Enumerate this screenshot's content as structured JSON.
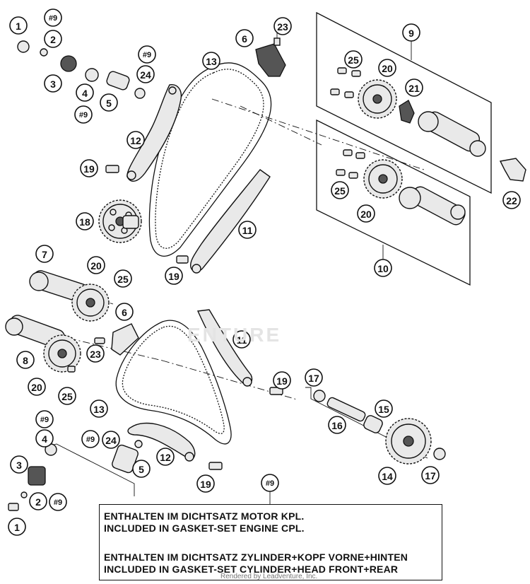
{
  "callouts": [
    {
      "id": "c1a",
      "label": "1"
    },
    {
      "id": "c9a",
      "label": "#9"
    },
    {
      "id": "c2a",
      "label": "2"
    },
    {
      "id": "c3a",
      "label": "3"
    },
    {
      "id": "c4a",
      "label": "4"
    },
    {
      "id": "c5a",
      "label": "5"
    },
    {
      "id": "c9b",
      "label": "#9"
    },
    {
      "id": "c9c",
      "label": "#9"
    },
    {
      "id": "c24a",
      "label": "24"
    },
    {
      "id": "c6a",
      "label": "6"
    },
    {
      "id": "c23a",
      "label": "23"
    },
    {
      "id": "c13a",
      "label": "13"
    },
    {
      "id": "c9box",
      "label": "9"
    },
    {
      "id": "c25a",
      "label": "25"
    },
    {
      "id": "c20a",
      "label": "20"
    },
    {
      "id": "c21a",
      "label": "21"
    },
    {
      "id": "c12a",
      "label": "12"
    },
    {
      "id": "c19a",
      "label": "19"
    },
    {
      "id": "c25b",
      "label": "25"
    },
    {
      "id": "c22a",
      "label": "22"
    },
    {
      "id": "c18a",
      "label": "18"
    },
    {
      "id": "c20b",
      "label": "20"
    },
    {
      "id": "c11a",
      "label": "11"
    },
    {
      "id": "c19b",
      "label": "19"
    },
    {
      "id": "c10box",
      "label": "10"
    },
    {
      "id": "c7a",
      "label": "7"
    },
    {
      "id": "c20c",
      "label": "20"
    },
    {
      "id": "c25c",
      "label": "25"
    },
    {
      "id": "c6b",
      "label": "6"
    },
    {
      "id": "c11b",
      "label": "11"
    },
    {
      "id": "c23b",
      "label": "23"
    },
    {
      "id": "c8a",
      "label": "8"
    },
    {
      "id": "c19c",
      "label": "19"
    },
    {
      "id": "c17a",
      "label": "17"
    },
    {
      "id": "c20d",
      "label": "20"
    },
    {
      "id": "c25d",
      "label": "25"
    },
    {
      "id": "c13b",
      "label": "13"
    },
    {
      "id": "c15a",
      "label": "15"
    },
    {
      "id": "c16a",
      "label": "16"
    },
    {
      "id": "c9d",
      "label": "#9"
    },
    {
      "id": "c4b",
      "label": "4"
    },
    {
      "id": "c9e",
      "label": "#9"
    },
    {
      "id": "c24b",
      "label": "24"
    },
    {
      "id": "c3b",
      "label": "3"
    },
    {
      "id": "c12b",
      "label": "12"
    },
    {
      "id": "c5b",
      "label": "5"
    },
    {
      "id": "c14a",
      "label": "14"
    },
    {
      "id": "c17b",
      "label": "17"
    },
    {
      "id": "c19d",
      "label": "19"
    },
    {
      "id": "c9f",
      "label": "#9"
    },
    {
      "id": "c2b",
      "label": "2"
    },
    {
      "id": "c9g",
      "label": "#9"
    },
    {
      "id": "c1b",
      "label": "1"
    }
  ],
  "note": {
    "line1": "ENTHALTEN IM DICHTSATZ MOTOR KPL.",
    "line2": "INCLUDED IN GASKET-SET ENGINE CPL.",
    "line3": "ENTHALTEN IM DICHTSATZ ZYLINDER+KOPF VORNE+HINTEN",
    "line4": "INCLUDED IN GASKET-SET CYLINDER+HEAD FRONT+REAR"
  },
  "watermark": "ENTURE",
  "credit": "Rendered by Leadventure, Inc."
}
